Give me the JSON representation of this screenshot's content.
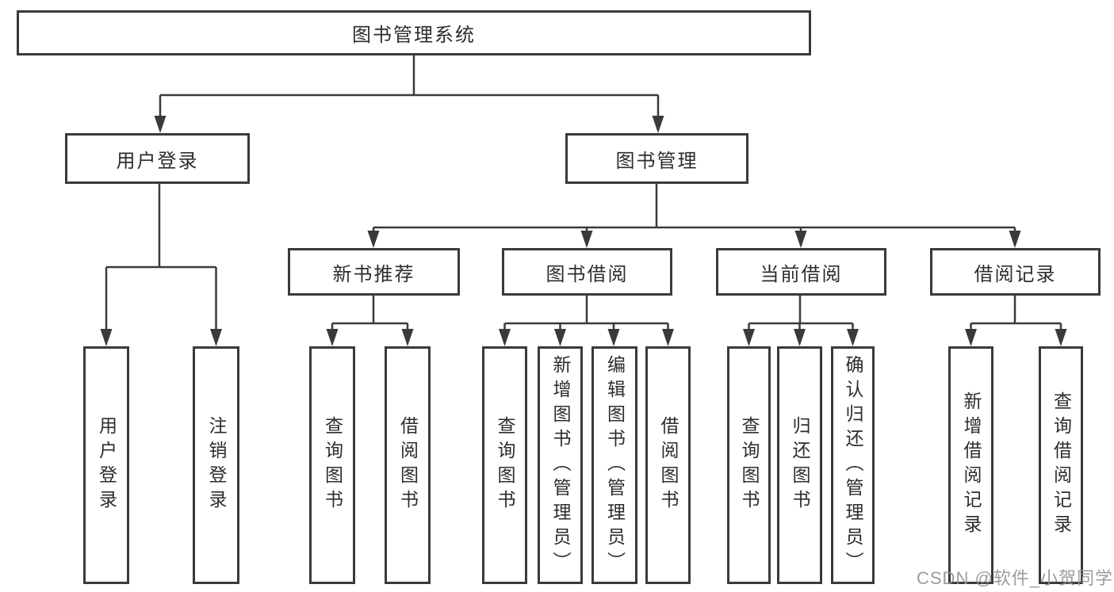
{
  "diagram": {
    "title": "图书管理系统",
    "level2": [
      {
        "label": "用户登录",
        "children": [
          "用户登录",
          "注销登录"
        ]
      },
      {
        "label": "图书管理",
        "sections": [
          {
            "label": "新书推荐",
            "children": [
              "查询图书",
              "借阅图书"
            ]
          },
          {
            "label": "图书借阅",
            "children": [
              "查询图书",
              "新增图书（管理员）",
              "编辑图书（管理员）",
              "借阅图书"
            ]
          },
          {
            "label": "当前借阅",
            "children": [
              "查询图书",
              "归还图书",
              "确认归还（管理员）"
            ]
          },
          {
            "label": "借阅记录",
            "children": [
              "新增借阅记录",
              "查询借阅记录"
            ]
          }
        ]
      }
    ],
    "line_color": "#3a3a3a",
    "text_color": "#2d2d2d"
  },
  "watermark": {
    "text": "CSDN @软件_小贺同学"
  }
}
